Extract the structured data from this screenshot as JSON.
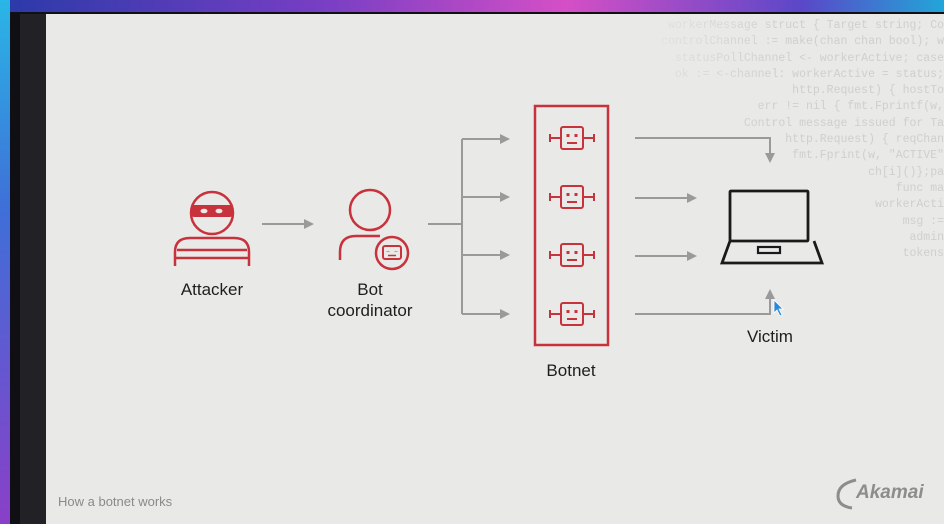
{
  "diagram": {
    "attacker_label": "Attacker",
    "coordinator_label_line1": "Bot",
    "coordinator_label_line2": "coordinator",
    "botnet_label": "Botnet",
    "victim_label": "Victim",
    "bot_count": 4
  },
  "background_code": [
    "workerMessage struct { Target string; Co",
    "controlChannel := make(chan chan bool); w",
    "statusPollChannel <- workerActive; case",
    "ok := <-channel: workerActive = status;",
    "http.Request) { hostTo",
    "err != nil { fmt.Fprintf(w,",
    "Control message issued for Ta",
    "http.Request) { reqChan",
    "fmt.Fprint(w, \"ACTIVE\"",
    "ch[i]()};pa",
    "func ma",
    "workerActi",
    "msg :=",
    "admin",
    "tokens"
  ],
  "footer": {
    "caption": "How a botnet works",
    "brand": "Akamai"
  },
  "colors": {
    "accent_red": "#c8323c",
    "arrow_gray": "#9a9a9a",
    "slide_bg": "#e9e9e7",
    "victim_black": "#1a1a1a"
  },
  "icons": {
    "attacker": "masked-thief-icon",
    "coordinator": "person-with-bot-icon",
    "bot": "robot-head-icon",
    "victim": "laptop-icon",
    "cursor": "mouse-cursor-icon"
  }
}
